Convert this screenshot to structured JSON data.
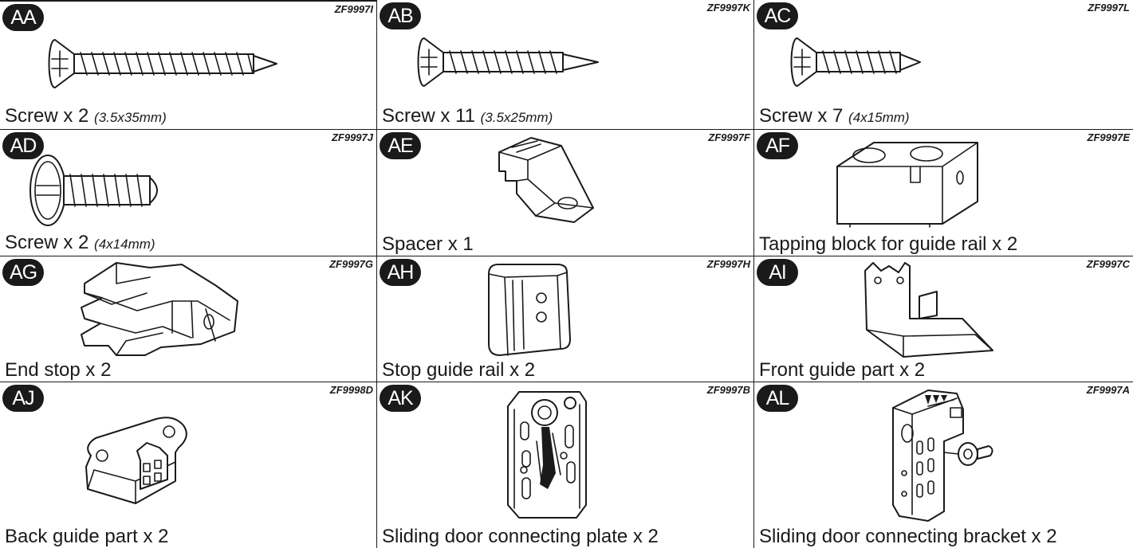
{
  "parts": [
    {
      "id": "AA",
      "code": "ZF9997I",
      "name": "Screw x 2",
      "spec": "(3.5x35mm)",
      "icon": "long-screw-icon"
    },
    {
      "id": "AB",
      "code": "ZF9997K",
      "name": "Screw x 11",
      "spec": "(3.5x25mm)",
      "icon": "pointed-screw-icon"
    },
    {
      "id": "AC",
      "code": "ZF9997L",
      "name": "Screw x 7",
      "spec": "(4x15mm)",
      "icon": "short-screw-icon"
    },
    {
      "id": "AD",
      "code": "ZF9997J",
      "name": "Screw x 2",
      "spec": "(4x14mm)",
      "icon": "flange-screw-icon"
    },
    {
      "id": "AE",
      "code": "ZF9997F",
      "name": "Spacer x 1",
      "spec": "",
      "icon": "spacer-icon"
    },
    {
      "id": "AF",
      "code": "ZF9997E",
      "name": "Tapping block for guide rail x 2",
      "spec": "",
      "icon": "tapping-block-icon"
    },
    {
      "id": "AG",
      "code": "ZF9997G",
      "name": "End stop x 2",
      "spec": "",
      "icon": "end-stop-icon"
    },
    {
      "id": "AH",
      "code": "ZF9997H",
      "name": "Stop guide rail x 2",
      "spec": "",
      "icon": "stop-guide-rail-icon"
    },
    {
      "id": "AI",
      "code": "ZF9997C",
      "name": "Front guide part x 2",
      "spec": "",
      "icon": "front-guide-part-icon"
    },
    {
      "id": "AJ",
      "code": "ZF9998D",
      "name": "Back guide part x 2",
      "spec": "",
      "icon": "back-guide-part-icon"
    },
    {
      "id": "AK",
      "code": "ZF9997B",
      "name": "Sliding door connecting plate  x 2",
      "spec": "",
      "icon": "connecting-plate-icon"
    },
    {
      "id": "AL",
      "code": "ZF9997A",
      "name": "Sliding door connecting bracket x 2",
      "spec": "",
      "icon": "connecting-bracket-icon"
    }
  ]
}
